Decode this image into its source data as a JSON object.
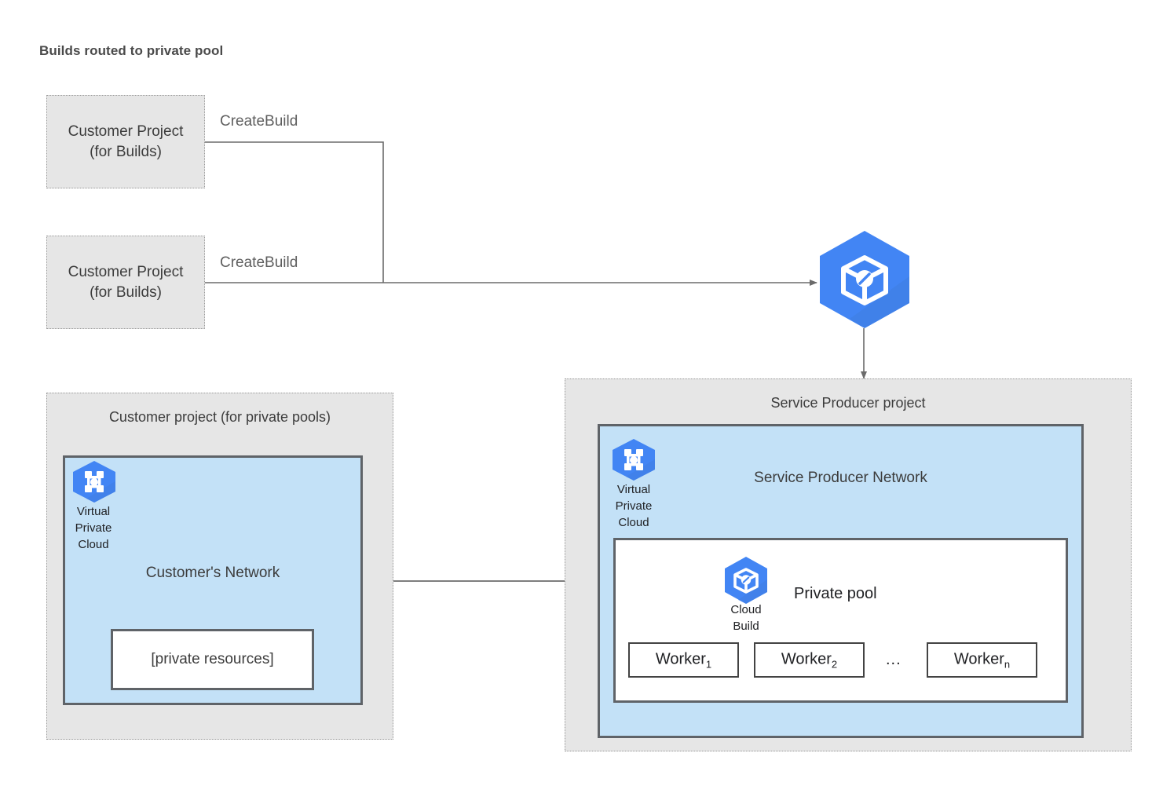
{
  "title": "Builds routed to private pool",
  "colors": {
    "gcp_blue": "#4285f4",
    "gcp_blue_dark": "#3c78d8",
    "network_blue": "#c3e1f7",
    "project_grey": "#e6e6e6",
    "border_grey": "#5f6368",
    "text_dark": "#3c3c3c",
    "line_grey": "#6b6b6b"
  },
  "build_projects": [
    {
      "line1": "Customer Project",
      "line2": "(for Builds)",
      "edge_label": "CreateBuild"
    },
    {
      "line1": "Customer Project",
      "line2": "(for Builds)",
      "edge_label": "CreateBuild"
    }
  ],
  "cloud_build_node": {
    "icon": "cloud-build-icon"
  },
  "customer_project": {
    "title": "Customer project (for private pools)",
    "vpc_icon": "virtual-private-cloud-icon",
    "vpc_caption": [
      "Virtual",
      "Private",
      "Cloud"
    ],
    "network_title": "Customer's Network",
    "private_resources": "[private resources]"
  },
  "service_producer_project": {
    "title": "Service Producer project",
    "vpc_icon": "virtual-private-cloud-icon",
    "vpc_caption": [
      "Virtual",
      "Private",
      "Cloud"
    ],
    "network_title": "Service Producer Network",
    "private_pool": {
      "icon": "cloud-build-icon",
      "icon_caption": [
        "Cloud",
        "Build"
      ],
      "title": "Private pool",
      "workers": [
        {
          "name": "Worker",
          "sub": "1"
        },
        {
          "name": "Worker",
          "sub": "2"
        },
        {
          "name": "Worker",
          "sub": "n"
        }
      ],
      "ellipsis": "..."
    }
  }
}
